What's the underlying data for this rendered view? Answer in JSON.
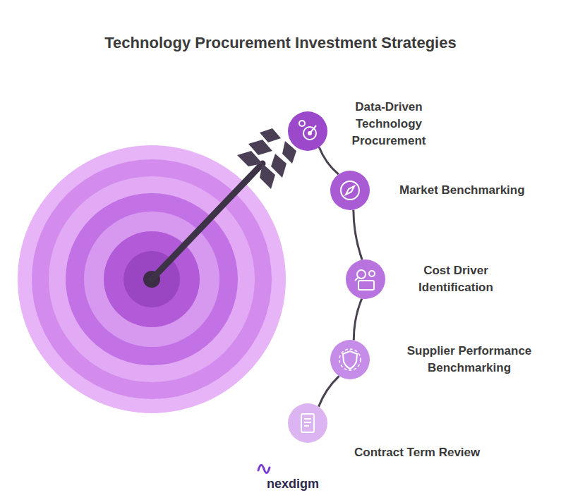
{
  "diagram": {
    "title": "Technology Procurement Investment Strategies",
    "nodes": [
      {
        "text": [
          "Data-Driven Technology Procurement"
        ]
      },
      {
        "text": [
          "Market Benchmarking"
        ]
      },
      {
        "text": [
          "Cost Driver Identification"
        ]
      },
      {
        "text": [
          "Supplier Performance Benchmarking"
        ]
      },
      {
        "text": [
          "Contract Term Review"
        ]
      }
    ],
    "edges": [
      {
        "from": 0,
        "to": 1,
        "arrow": "none"
      },
      {
        "from": 1,
        "to": 2,
        "arrow": "none"
      },
      {
        "from": 2,
        "to": 3,
        "arrow": "none"
      },
      {
        "from": 3,
        "to": 4,
        "arrow": "none"
      }
    ],
    "labels": [
      "nexdigm"
    ]
  }
}
